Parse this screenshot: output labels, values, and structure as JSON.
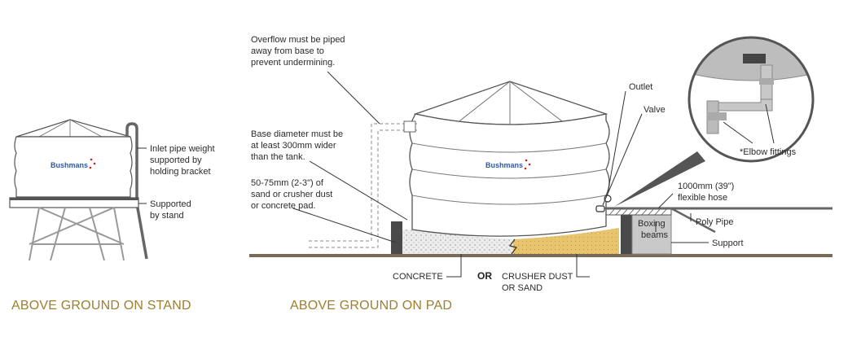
{
  "left": {
    "brand": "Bushmans",
    "labels": [
      "Inlet pipe weight",
      "supported by",
      "holding bracket",
      "Supported",
      "by stand"
    ],
    "caption": "ABOVE GROUND ON STAND"
  },
  "right": {
    "brand": "Bushmans",
    "overflow_note": [
      "Overflow must be piped",
      "away from base to",
      "prevent undermining."
    ],
    "base_note": [
      "Base diameter must be",
      "at least 300mm wider",
      "than the tank."
    ],
    "sand_note": [
      "50-75mm (2-3\") of",
      "sand or crusher dust",
      "or concrete pad."
    ],
    "outlet": "Outlet",
    "valve": "Valve",
    "hose": [
      "1000mm (39\")",
      "flexible hose"
    ],
    "poly_pipe": "Poly Pipe",
    "support": "Support",
    "boxing_beams": [
      "Boxing",
      "beams"
    ],
    "elbow": "*Elbow fittings",
    "concrete": "CONCRETE",
    "or": "OR",
    "crusher": [
      "CRUSHER DUST",
      "OR SAND"
    ],
    "caption": "ABOVE GROUND ON PAD"
  },
  "colors": {
    "caption": "#a07e2c",
    "brand": "#2a5aa8",
    "sand": "#e8c46e",
    "concrete": "#ececec",
    "ground": "#7a6a58"
  }
}
